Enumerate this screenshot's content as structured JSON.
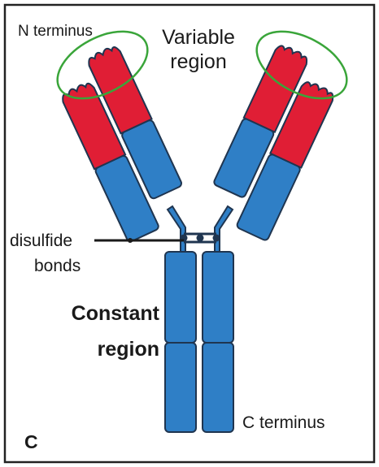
{
  "labels": {
    "n_terminus": "N terminus",
    "variable_region_line1": "Variable",
    "variable_region_line2": "region",
    "disulfide_line1": "disulfide",
    "disulfide_line2": "bonds",
    "constant_region_line1": "Constant",
    "constant_region_line2": "region",
    "c_terminus": "C terminus",
    "panel_letter": "C"
  },
  "colors": {
    "variable_red": "#e01e35",
    "constant_blue": "#2f7fc6",
    "outline": "#1f3550",
    "highlight_green": "#3aa53a",
    "frame_border": "#222222"
  }
}
